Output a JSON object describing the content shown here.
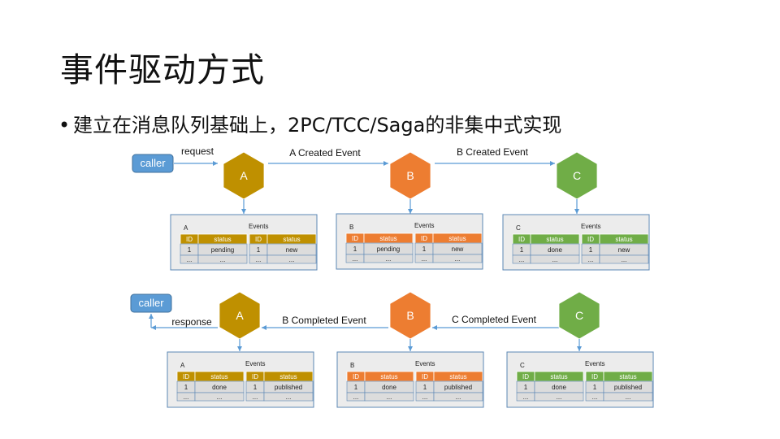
{
  "title": "事件驱动方式",
  "bullet": "建立在消息队列基础上，2PC/TCC/Saga的非集中式实现",
  "colors": {
    "A": "#bf9000",
    "B": "#ed7d31",
    "C": "#70ad47",
    "caller": "#5b9bd5",
    "arrow": "#5b9bd5",
    "panel_bg": "#ececec",
    "panel_border": "#5b87b5"
  },
  "caller_label": "caller",
  "events_label": "Events",
  "columns": {
    "id": "ID",
    "status": "status"
  },
  "ellipsis": "...",
  "top": {
    "request_label": "request",
    "edge_ab": "A Created Event",
    "edge_bc": "B Created Event",
    "nodes": [
      {
        "name": "A",
        "state": "pending",
        "event": "new"
      },
      {
        "name": "B",
        "state": "pending",
        "event": "new"
      },
      {
        "name": "C",
        "state": "done",
        "event": "new"
      }
    ]
  },
  "bottom": {
    "response_label": "response",
    "edge_ba": "B Completed Event",
    "edge_cb": "C Completed Event",
    "nodes": [
      {
        "name": "A",
        "state": "done",
        "event": "published"
      },
      {
        "name": "B",
        "state": "done",
        "event": "published"
      },
      {
        "name": "C",
        "state": "done",
        "event": "published"
      }
    ]
  },
  "row_id": "1"
}
